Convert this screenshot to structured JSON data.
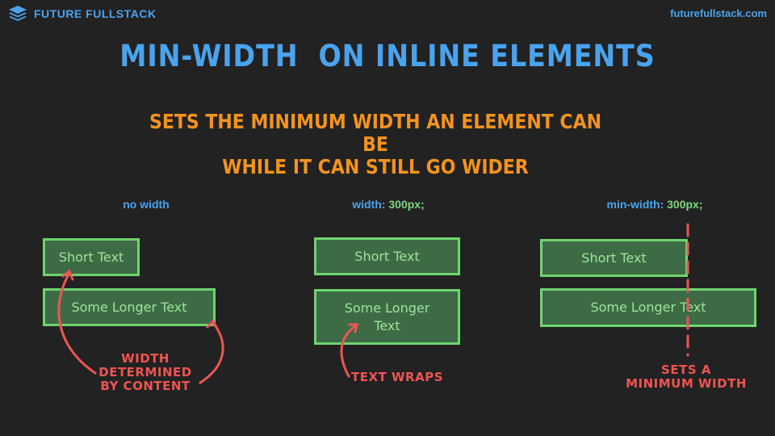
{
  "header": {
    "brand_name": "FUTURE FULLSTACK",
    "site_url": "futurefullstack.com",
    "logo_icon": "stacked-layers-icon"
  },
  "title": "MIN-WIDTH  ON INLINE ELEMENTS",
  "subtitle": {
    "line1": "SETS THE MINIMUM WIDTH AN ELEMENT CAN BE",
    "line2": "WHILE IT CAN STILL GO WIDER"
  },
  "columns": [
    {
      "label": "no width",
      "value": "",
      "box1": "Short Text",
      "box2": "Some Longer Text",
      "note_lines": [
        "WIDTH",
        "DETERMINED",
        "BY CONTENT"
      ]
    },
    {
      "label": "width: ",
      "value": "300px;",
      "box1": "Short Text",
      "box2": "Some Longer Text",
      "note_lines": [
        "TEXT WRAPS"
      ]
    },
    {
      "label": "min-width: ",
      "value": "300px;",
      "box1": "Short Text",
      "box2": "Some Longer Text",
      "note_lines": [
        "SETS A",
        "MINIMUM WIDTH"
      ]
    }
  ],
  "colors": {
    "background": "#222222",
    "accent_blue": "#4aa3ee",
    "accent_orange": "#f5931f",
    "box_fill": "#3d6b45",
    "box_border": "#6fd46f",
    "annotation_red": "#ee5552"
  }
}
